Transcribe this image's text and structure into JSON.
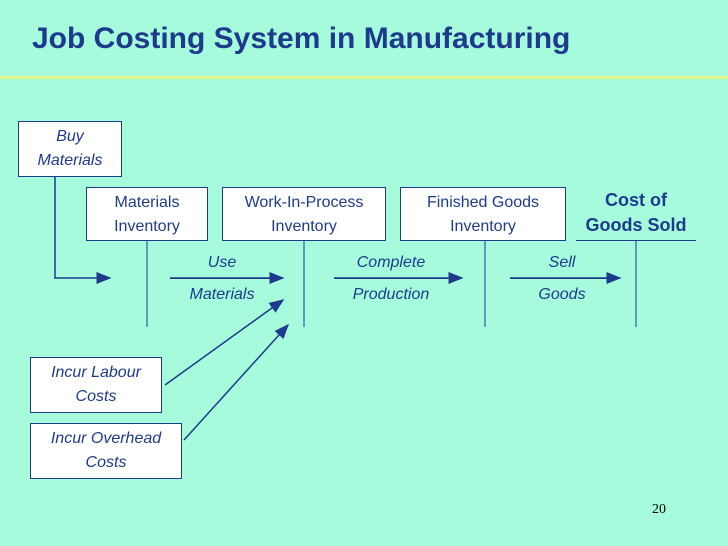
{
  "title": "Job Costing System in Manufacturing",
  "boxes": {
    "buy": [
      "Buy",
      "Materials"
    ],
    "materials_inv": [
      "Materials",
      "Inventory"
    ],
    "wip_inv": [
      "Work-In-Process",
      "Inventory"
    ],
    "fg_inv": [
      "Finished Goods",
      "Inventory"
    ],
    "labour": [
      "Incur Labour",
      "Costs"
    ],
    "overhead": [
      "Incur Overhead",
      "Costs"
    ]
  },
  "cogs": [
    "Cost of",
    "Goods Sold"
  ],
  "flows": {
    "use": [
      "Use",
      "Materials"
    ],
    "complete": [
      "Complete",
      "Production"
    ],
    "sell": [
      "Sell",
      "Goods"
    ]
  },
  "page_number": "20",
  "colors": {
    "background": "#a5fbdc",
    "ink": "#1d3a8c",
    "rule": "#e6f58e"
  }
}
